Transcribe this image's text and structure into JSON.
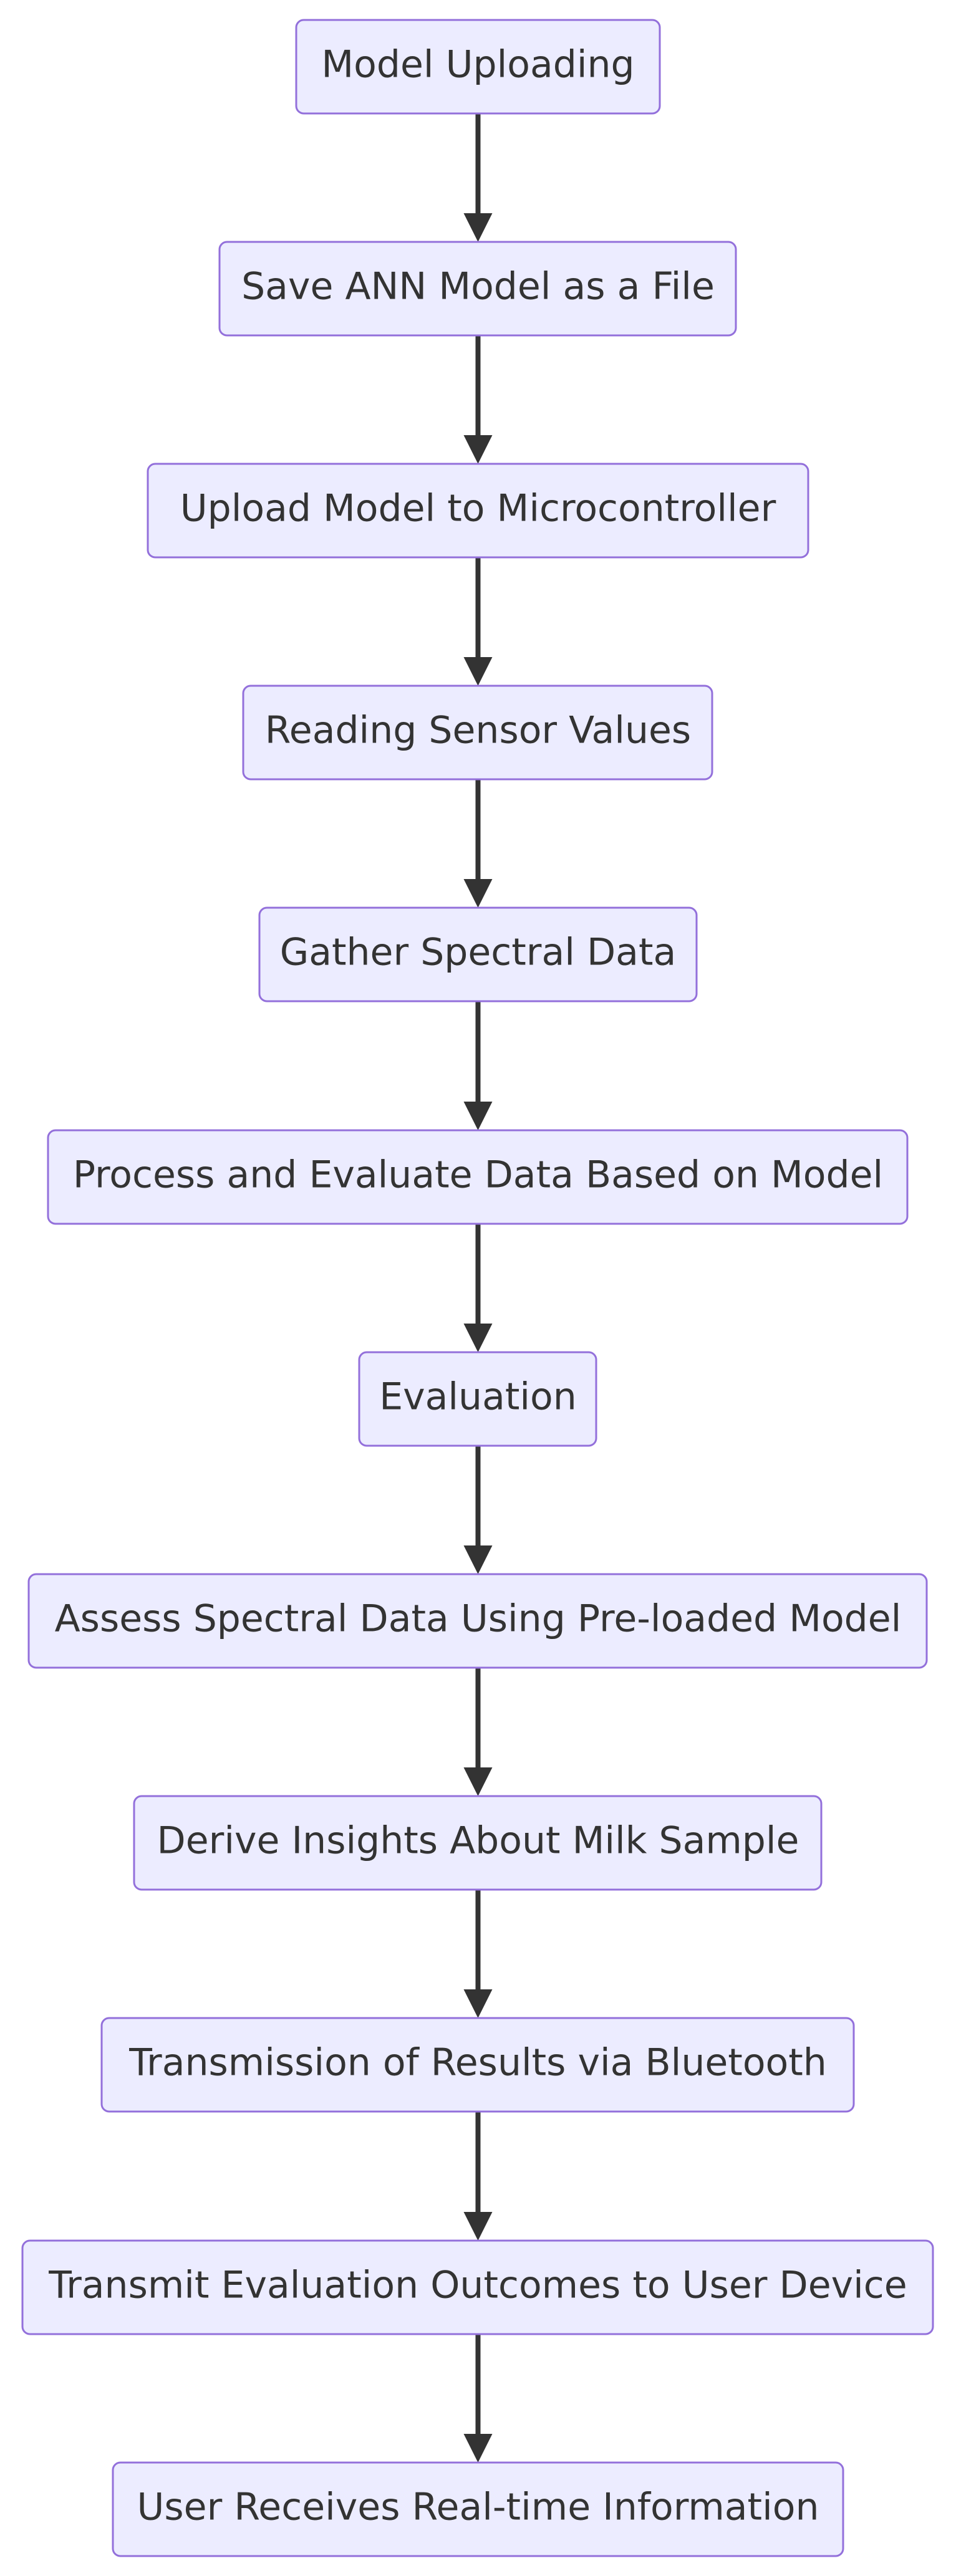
{
  "diagram": {
    "nodes": [
      {
        "id": "n1",
        "label": "Model Uploading"
      },
      {
        "id": "n2",
        "label": "Save ANN Model as a File"
      },
      {
        "id": "n3",
        "label": "Upload Model to Microcontroller"
      },
      {
        "id": "n4",
        "label": "Reading Sensor Values"
      },
      {
        "id": "n5",
        "label": "Gather Spectral Data"
      },
      {
        "id": "n6",
        "label": "Process and Evaluate Data Based on Model"
      },
      {
        "id": "n7",
        "label": "Evaluation"
      },
      {
        "id": "n8",
        "label": "Assess Spectral Data Using Pre-loaded Model"
      },
      {
        "id": "n9",
        "label": "Derive Insights About Milk Sample"
      },
      {
        "id": "n10",
        "label": "Transmission of Results via Bluetooth"
      },
      {
        "id": "n11",
        "label": "Transmit Evaluation Outcomes to User Device"
      },
      {
        "id": "n12",
        "label": "User Receives Real-time Information"
      }
    ],
    "edges": [
      {
        "from": "n1",
        "to": "n2"
      },
      {
        "from": "n2",
        "to": "n3"
      },
      {
        "from": "n3",
        "to": "n4"
      },
      {
        "from": "n4",
        "to": "n5"
      },
      {
        "from": "n5",
        "to": "n6"
      },
      {
        "from": "n6",
        "to": "n7"
      },
      {
        "from": "n7",
        "to": "n8"
      },
      {
        "from": "n8",
        "to": "n9"
      },
      {
        "from": "n9",
        "to": "n10"
      },
      {
        "from": "n10",
        "to": "n11"
      },
      {
        "from": "n11",
        "to": "n12"
      }
    ],
    "colors": {
      "node_fill": "#ececff",
      "node_stroke": "#9370db",
      "edge": "#333333",
      "text": "#333333"
    }
  }
}
